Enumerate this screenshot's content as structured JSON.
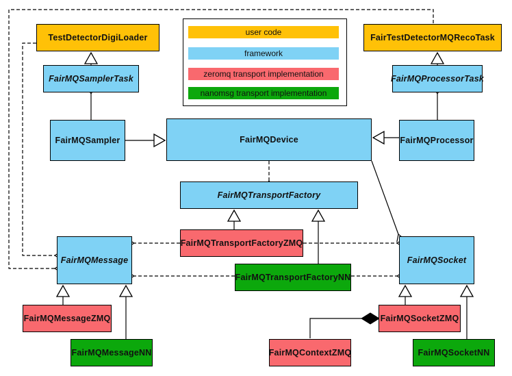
{
  "palette": {
    "user": "#FFC107",
    "framework": "#7FD2F5",
    "zeromq": "#F9696E",
    "nanomsg": "#0CA80C",
    "line": "#000000",
    "text": "#111111",
    "background": "#FFFFFF"
  },
  "legend": {
    "items": [
      {
        "label": "user code",
        "color": "#FFC107"
      },
      {
        "label": "framework",
        "color": "#7FD2F5"
      },
      {
        "label": "zeromq transport implementation",
        "color": "#F9696E"
      },
      {
        "label": "nanomsg transport implementation",
        "color": "#0CA80C"
      }
    ]
  },
  "nodes": {
    "testDetectorDigiLoader": {
      "label": "TestDetectorDigiLoader",
      "category": "user code"
    },
    "fairTestDetectorMQRecoTask": {
      "label": "FairTestDetectorMQRecoTask",
      "category": "user code"
    },
    "fairMQSamplerTask": {
      "label": "FairMQSamplerTask",
      "category": "framework",
      "abstract": true
    },
    "fairMQProcessorTask": {
      "label": "FairMQProcessorTask",
      "category": "framework",
      "abstract": true
    },
    "fairMQSampler": {
      "label": "FairMQSampler",
      "category": "framework"
    },
    "fairMQProcessor": {
      "label": "FairMQProcessor",
      "category": "framework"
    },
    "fairMQDevice": {
      "label": "FairMQDevice",
      "category": "framework"
    },
    "fairMQTransportFactory": {
      "label": "FairMQTransportFactory",
      "category": "framework",
      "abstract": true
    },
    "fairMQMessage": {
      "label": "FairMQMessage",
      "category": "framework",
      "abstract": true
    },
    "fairMQSocket": {
      "label": "FairMQSocket",
      "category": "framework",
      "abstract": true
    },
    "fairMQTransportFactoryZMQ": {
      "label": "FairMQTransportFactoryZMQ",
      "category": "zeromq transport implementation"
    },
    "fairMQMessageZMQ": {
      "label": "FairMQMessageZMQ",
      "category": "zeromq transport implementation"
    },
    "fairMQSocketZMQ": {
      "label": "FairMQSocketZMQ",
      "category": "zeromq transport implementation"
    },
    "fairMQContextZMQ": {
      "label": "FairMQContextZMQ",
      "category": "zeromq transport implementation"
    },
    "fairMQTransportFactoryNN": {
      "label": "FairMQTransportFactoryNN",
      "category": "nanomsg transport implementation"
    },
    "fairMQMessageNN": {
      "label": "FairMQMessageNN",
      "category": "nanomsg transport implementation"
    },
    "fairMQSocketNN": {
      "label": "FairMQSocketNN",
      "category": "nanomsg transport implementation"
    }
  },
  "edges": [
    {
      "from": "FairMQSamplerTask",
      "to": "TestDetectorDigiLoader",
      "type": "generalization"
    },
    {
      "from": "FairMQProcessorTask",
      "to": "FairTestDetectorMQRecoTask",
      "type": "generalization"
    },
    {
      "from": "FairMQSampler",
      "to": "FairMQSamplerTask",
      "type": "arrow"
    },
    {
      "from": "FairMQProcessor",
      "to": "FairMQProcessorTask",
      "type": "arrow"
    },
    {
      "from": "FairMQSampler",
      "to": "FairMQDevice",
      "type": "generalization"
    },
    {
      "from": "FairMQProcessor",
      "to": "FairMQDevice",
      "type": "generalization"
    },
    {
      "from": "FairMQDevice",
      "to": "FairMQTransportFactory",
      "type": "dashed-arrow"
    },
    {
      "from": "FairMQDevice",
      "to": "FairMQSocket",
      "type": "arrow"
    },
    {
      "from": "FairMQTransportFactoryZMQ",
      "to": "FairMQTransportFactory",
      "type": "generalization"
    },
    {
      "from": "FairMQTransportFactoryNN",
      "to": "FairMQTransportFactory",
      "type": "generalization"
    },
    {
      "from": "FairMQTransportFactoryZMQ",
      "to": "FairMQMessage",
      "type": "dashed-arrow"
    },
    {
      "from": "FairMQTransportFactoryZMQ",
      "to": "FairMQSocket",
      "type": "dashed-arrow"
    },
    {
      "from": "FairMQTransportFactoryNN",
      "to": "FairMQMessage",
      "type": "dashed-arrow"
    },
    {
      "from": "FairMQTransportFactoryNN",
      "to": "FairMQSocket",
      "type": "dashed-arrow"
    },
    {
      "from": "TestDetectorDigiLoader",
      "to": "FairMQMessage",
      "type": "dashed-arrow"
    },
    {
      "from": "FairTestDetectorMQRecoTask",
      "to": "FairMQMessage",
      "type": "dashed-arrow"
    },
    {
      "from": "FairMQMessageZMQ",
      "to": "FairMQMessage",
      "type": "generalization"
    },
    {
      "from": "FairMQMessageNN",
      "to": "FairMQMessage",
      "type": "generalization"
    },
    {
      "from": "FairMQSocketZMQ",
      "to": "FairMQSocket",
      "type": "generalization"
    },
    {
      "from": "FairMQSocketNN",
      "to": "FairMQSocket",
      "type": "generalization"
    },
    {
      "from": "FairMQContextZMQ",
      "to": "FairMQSocketZMQ",
      "type": "composition"
    }
  ]
}
